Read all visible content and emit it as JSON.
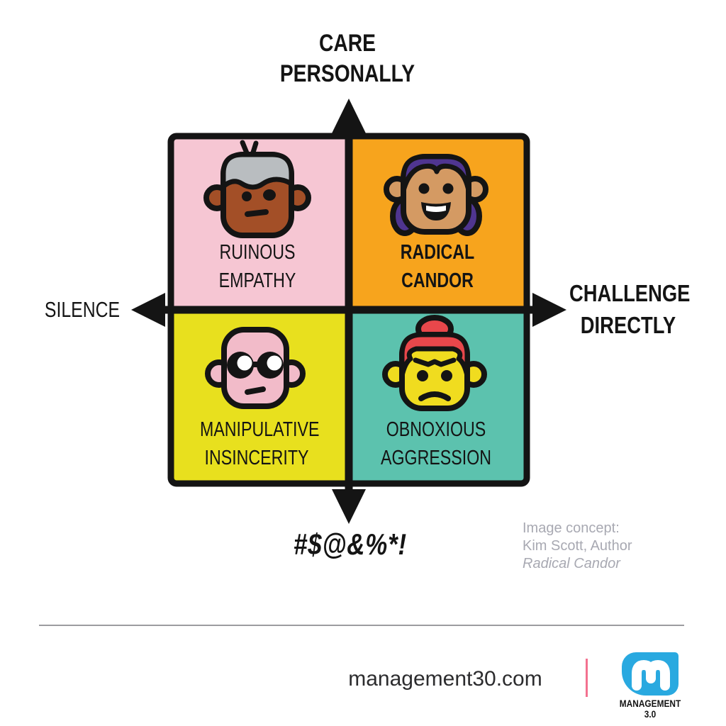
{
  "matrix": {
    "axis_top": [
      "CARE",
      "PERSONALLY"
    ],
    "axis_right": [
      "CHALLENGE",
      "DIRECTLY"
    ],
    "axis_left": "SILENCE",
    "axis_bottom_symbols": "#$@&%*!",
    "quadrants": [
      {
        "name": "ruinous-empathy",
        "lines": [
          "RUINOUS",
          "EMPATHY"
        ],
        "color": "#F6C6D3",
        "icon": "elderly-neutral-face-icon"
      },
      {
        "name": "radical-candor",
        "lines": [
          "RADICAL",
          "CANDOR"
        ],
        "color": "#F7A41D",
        "icon": "smiling-girl-face-icon"
      },
      {
        "name": "manipulative-insincerity",
        "lines": [
          "MANIPULATIVE",
          "INSINCERITY"
        ],
        "color": "#E8E01E",
        "icon": "shifty-glasses-face-icon"
      },
      {
        "name": "obnoxious-aggression",
        "lines": [
          "OBNOXIOUS",
          "AGGRESSION"
        ],
        "color": "#5CC2AE",
        "icon": "angry-face-icon"
      }
    ]
  },
  "credit": {
    "lines": [
      "Image concept:",
      "Kim Scott, Author",
      "Radical Candor"
    ]
  },
  "footer": {
    "url": "management30.com",
    "logo_caption": "MANAGEMENT 3.0"
  },
  "colors": {
    "ink_black": "#141414",
    "credit_gray": "#A8A9B2",
    "logo_blue": "#29A9E0",
    "accent_pink": "#F3718F"
  }
}
